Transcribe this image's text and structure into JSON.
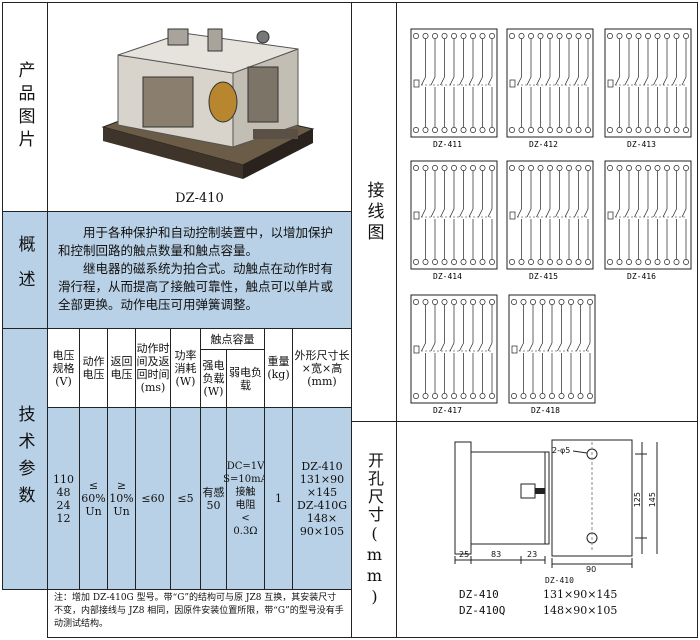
{
  "left": {
    "product_label": "产品图片",
    "model_caption": "DZ-410",
    "overview_label": "概述",
    "overview_p1": "用于各种保护和自动控制装置中，以增加保护和控制回路的触点数量和触点容量。",
    "overview_p2": "继电器的磁系统为拍合式。动触点在动作时有滑行程，从而提高了接触可靠性，触点可以单片或全部更换。动作电压可用弹簧调整。",
    "tech_label": "技术参数",
    "headers": {
      "voltage": "电压规格(V)",
      "pickup": "动作电压",
      "release": "返回电压",
      "time": "动作时间及返回时间(ms)",
      "power": "功率消耗(W)",
      "contact_cap": "触点容量",
      "strong": "强电负载(W)",
      "weak": "弱电负载",
      "weight": "重量(kg)",
      "dims": "外形尺寸长×宽×高(mm)"
    },
    "values": {
      "voltage": "110\n48\n24\n12",
      "pickup": "≤\n60%\nUn",
      "release": "≥\n10%\nUn",
      "time": "≤60",
      "power": "≤5",
      "strong": "有感\n50",
      "weak": "DC=1V\nS=10mA\n接触\n电阻\n<\n0.3Ω",
      "weight": "1",
      "dims": "DZ-410\n131×90\n×145\nDZ-410G\n148×\n90×105"
    },
    "note": "注：增加 DZ-410G 型号。带“G”的结构可与原 JZ8 互换，其安装尺寸不变，内部接线与 JZ8 相同，因原件安装位置所限，带“G”的型号没有手动测试结构。"
  },
  "right": {
    "wiring_label": "接线图",
    "diagrams": [
      "DZ-411",
      "DZ-412",
      "DZ-413",
      "DZ-414",
      "DZ-415",
      "DZ-416",
      "DZ-417",
      "DZ-418"
    ],
    "cutout_label": "开孔尺寸(mm)",
    "dims": {
      "seg1": "25",
      "seg2": "83",
      "seg3": "23",
      "width": "90",
      "h1": "125",
      "h2": "145",
      "hole": "2-φ5",
      "fig_caption": "DZ-410"
    },
    "sizes": [
      {
        "model": "DZ-410",
        "size": "131×90×145"
      },
      {
        "model": "DZ-410Q",
        "size": "148×90×105"
      }
    ]
  }
}
